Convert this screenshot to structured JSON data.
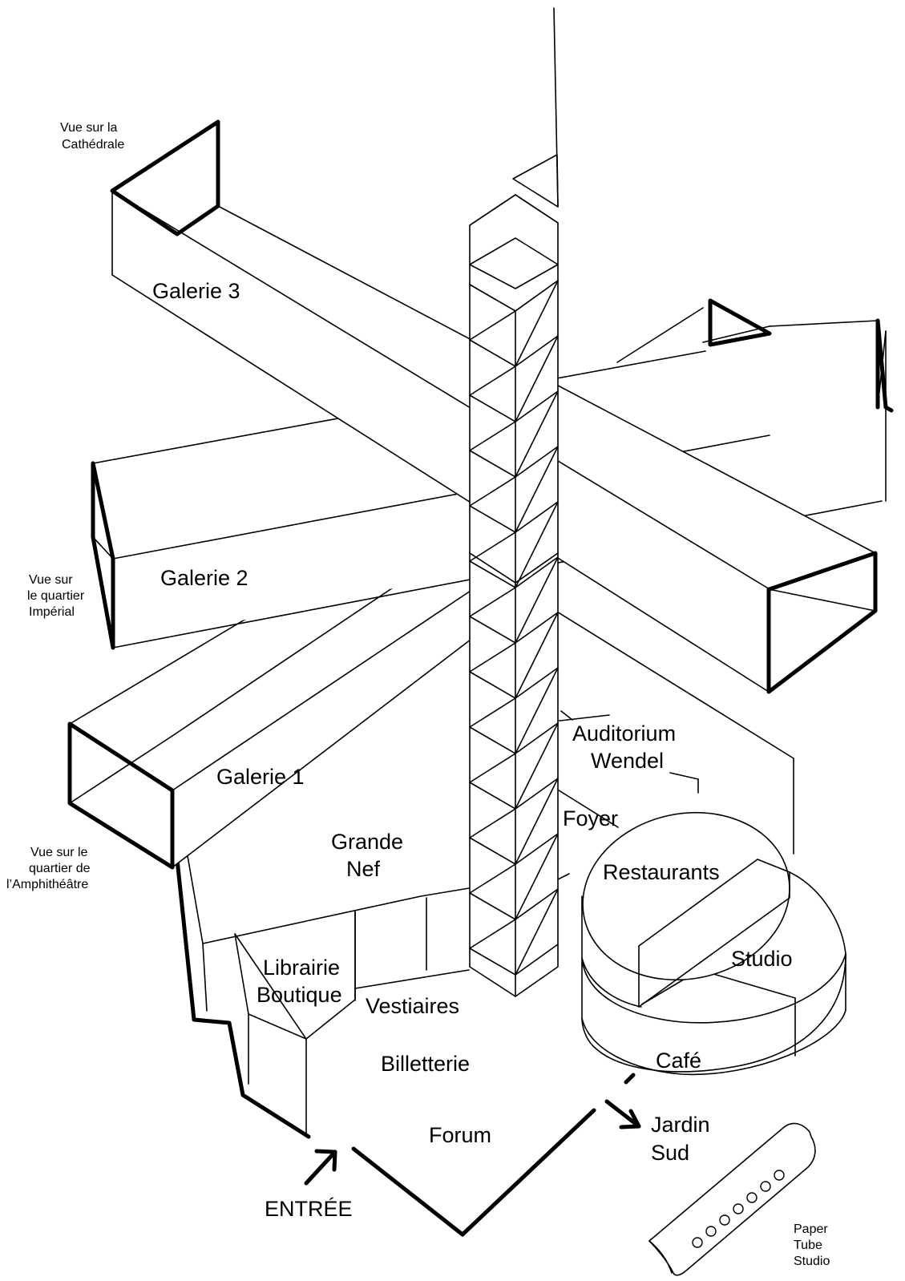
{
  "labels": {
    "galerie_3": "Galerie 3",
    "galerie_2": "Galerie 2",
    "galerie_1": "Galerie 1",
    "vue_cathedrale": [
      "Vue sur la",
      "Cathédrale"
    ],
    "vue_imperial": [
      "Vue sur",
      "le quartier",
      "Impérial"
    ],
    "vue_amphitheatre": [
      "Vue sur le",
      "quartier de",
      "l’Amphithéâtre"
    ],
    "auditorium": [
      "Auditorium",
      "Wendel"
    ],
    "foyer": "Foyer",
    "grande_nef": [
      "Grande",
      "Nef"
    ],
    "restaurants": "Restaurants",
    "studio": "Studio",
    "librairie": [
      "Librairie",
      "Boutique"
    ],
    "vestiaires": "Vestiaires",
    "billetterie": "Billetterie",
    "cafe": "Café",
    "forum": "Forum",
    "jardin_sud": [
      "Jardin",
      "Sud"
    ],
    "entree": "ENTRÉE",
    "paper_tube": [
      "Paper",
      "Tube",
      "Studio"
    ]
  },
  "style": {
    "stroke_color": "#000000",
    "background": "#ffffff"
  }
}
